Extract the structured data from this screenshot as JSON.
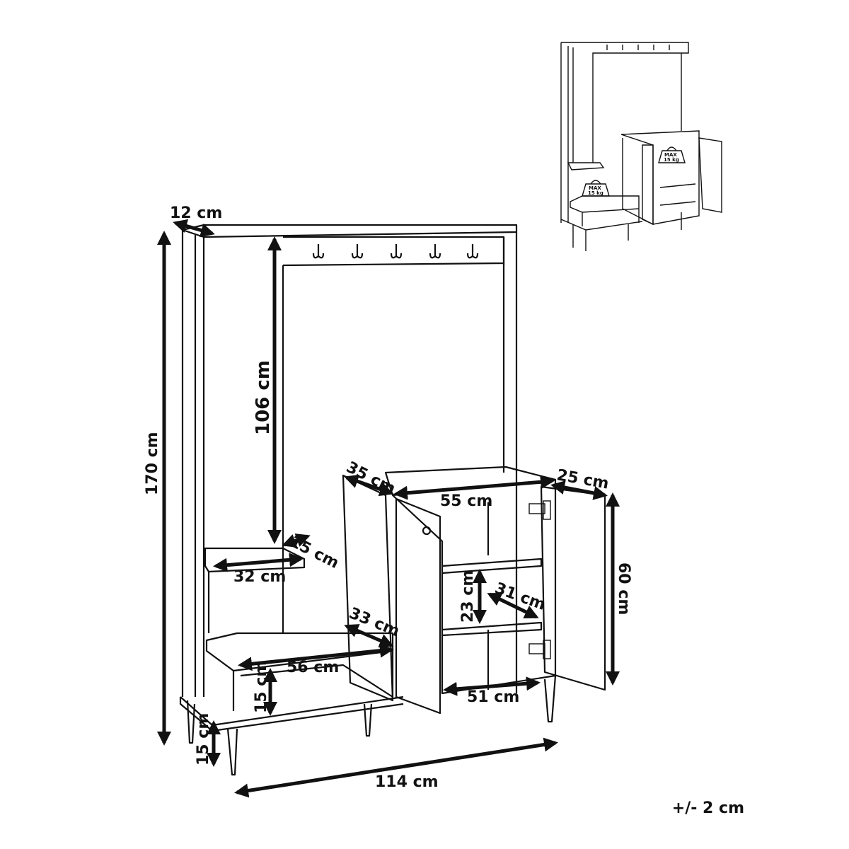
{
  "dimensions": {
    "hook_rail_depth": "12 cm",
    "total_height": "170 cm",
    "mirror_height": "106 cm",
    "shelf_depth": "15 cm",
    "shelf_width": "32 cm",
    "cabinet_depth": "35 cm",
    "cabinet_width": "55 cm",
    "door_width": "25 cm",
    "cabinet_height": "60 cm",
    "inner_shelf_depth": "31 cm",
    "inner_shelf_gap": "23 cm",
    "inner_width": "51 cm",
    "bench_depth": "33 cm",
    "bench_width": "56 cm",
    "bench_height": "15 cm",
    "leg_height": "15 cm",
    "total_width": "114 cm"
  },
  "tolerance": "+/- 2 cm",
  "preview": {
    "weight_label_1": "MAX",
    "weight_value_1": "15 kg",
    "weight_label_2": "MAX",
    "weight_value_2": "15 kg"
  }
}
